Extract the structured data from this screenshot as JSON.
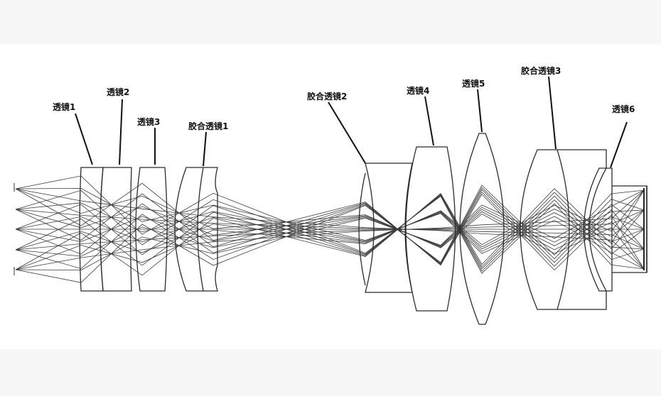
{
  "labels": {
    "lens1": "透镜1",
    "lens2": "透镜2",
    "lens3": "透镜3",
    "cemented1": "胶合透镜1",
    "cemented2": "胶合透镜2",
    "lens4": "透镜4",
    "lens5": "透镜5",
    "cemented3": "胶合透镜3",
    "lens6": "透镜6"
  }
}
